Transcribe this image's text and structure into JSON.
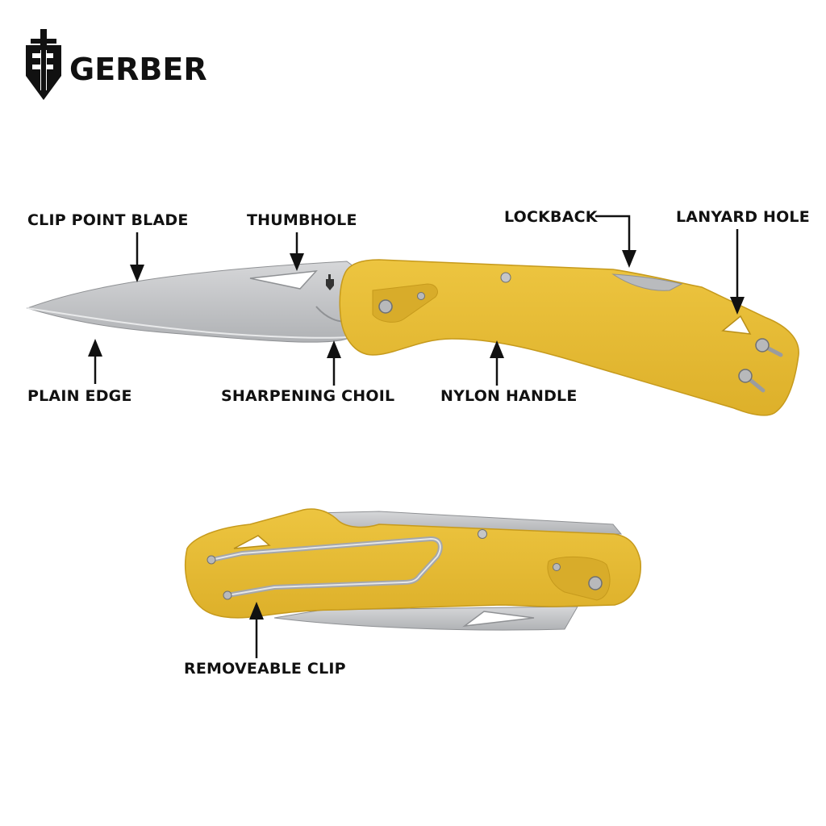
{
  "brand": {
    "name": "GERBER",
    "logo_icon": "gerber-shield-icon"
  },
  "colors": {
    "handle": "#E6BB33",
    "handle_shade": "#D4A622",
    "blade": "#C9CACC",
    "blade_dark": "#9FA1A4",
    "text": "#111111",
    "background": "#FFFFFF"
  },
  "callouts": {
    "clip_point_blade": "CLIP POINT BLADE",
    "thumbhole": "THUMBHOLE",
    "lockback": "LOCKBACK",
    "lanyard_hole": "LANYARD HOLE",
    "plain_edge": "PLAIN EDGE",
    "sharpening_choil": "SHARPENING CHOIL",
    "nylon_handle": "NYLON HANDLE",
    "removeable_clip": "REMOVEABLE CLIP"
  }
}
